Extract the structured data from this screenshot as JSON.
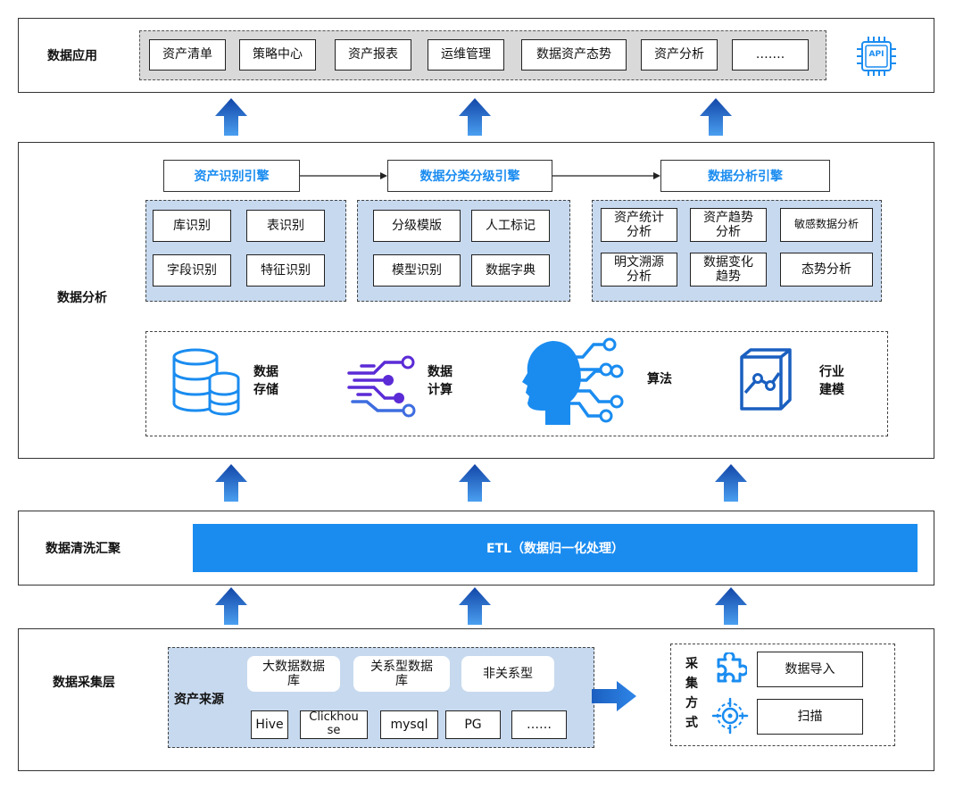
{
  "layers": {
    "application": {
      "title": "数据应用",
      "items": [
        "资产清单",
        "策略中心",
        "资产报表",
        "运维管理",
        "数据资产态势",
        "资产分析",
        "……."
      ],
      "api_label": "API"
    },
    "analysis": {
      "title": "数据分析",
      "engines": [
        "资产识别引擎",
        "数据分类分级引擎",
        "数据分析引擎"
      ],
      "identify": [
        "库识别",
        "表识别",
        "字段识别",
        "特征识别"
      ],
      "classify": [
        "分级模版",
        "人工标记",
        "模型识别",
        "数据字典"
      ],
      "analyze": [
        [
          "资产统计",
          "分析"
        ],
        [
          "资产趋势",
          "分析"
        ],
        [
          "敏感数据分析"
        ],
        [
          "明文溯源",
          "分析"
        ],
        [
          "数据变化",
          "趋势"
        ],
        [
          "态势分析"
        ]
      ],
      "tech": [
        {
          "line1": "数据",
          "line2": "存储",
          "icon": "database-icon"
        },
        {
          "line1": "数据",
          "line2": "计算",
          "icon": "circuit-icon"
        },
        {
          "line1": "算法",
          "line2": "",
          "icon": "ai-head-icon"
        },
        {
          "line1": "行业",
          "line2": "建模",
          "icon": "modeling-icon"
        }
      ]
    },
    "cleaning": {
      "title": "数据清洗汇聚",
      "etl_label": "ETL（数据归一化处理）"
    },
    "collection": {
      "title": "数据采集层",
      "source_label": "资产来源",
      "source_types": [
        [
          "大数据数据",
          "库"
        ],
        [
          "关系型数据",
          "库"
        ],
        [
          "非关系型"
        ]
      ],
      "sources": [
        [
          "Hive"
        ],
        [
          "Clickhou",
          "se"
        ],
        [
          "mysql"
        ],
        [
          "PG"
        ],
        [
          "……"
        ]
      ],
      "method_label": [
        "采",
        "集",
        "方",
        "式"
      ],
      "methods": [
        "数据导入",
        "扫描"
      ]
    }
  },
  "colors": {
    "accent": "#1a8cf0",
    "etl_bar": "#1a8cf0",
    "group_bg": "#c7d9ee",
    "arrow": "#1a5fc0",
    "icon_purple": "#5b2bd6"
  }
}
